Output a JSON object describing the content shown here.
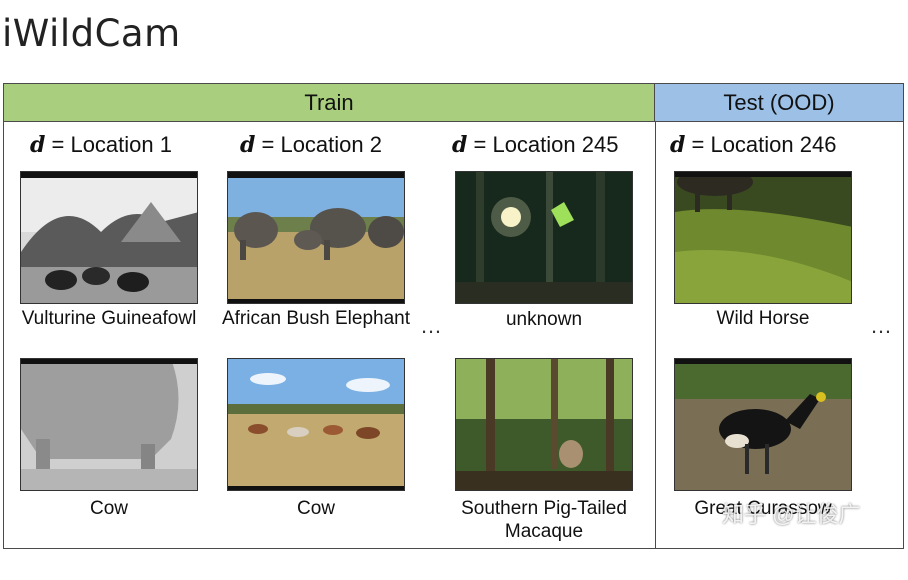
{
  "title": "iWildCam",
  "header": {
    "train": "Train",
    "test": "Test (OOD)"
  },
  "columns": [
    {
      "d": "d",
      "eq": " = Location 1"
    },
    {
      "d": "d",
      "eq": " = Location 2"
    },
    {
      "d": "d",
      "eq": " = Location 245"
    },
    {
      "d": "d",
      "eq": " = Location 246"
    }
  ],
  "labels": {
    "r1c1": "Vulturine Guineafowl",
    "r1c2": "African Bush Elephant",
    "r1c3": "unknown",
    "r1c4": "Wild Horse",
    "r2c1": "Cow",
    "r2c2": "Cow",
    "r2c3": "Southern Pig-Tailed Macaque",
    "r2c4": "Great Curassow"
  },
  "ellipsis": "…",
  "watermark": "知乎 @让俊广"
}
